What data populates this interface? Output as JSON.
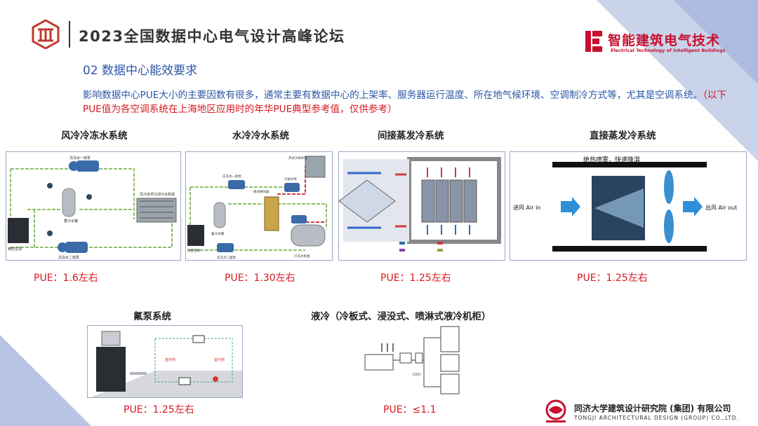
{
  "header": {
    "title": "2023全国数据中心电气设计高峰论坛",
    "brand_cn": "智能建筑电气技术",
    "brand_en": "Electrical Technology of Intelligent Buildings"
  },
  "section_title": "02  数据中心能效要求",
  "intro": {
    "text": "影响数据中心PUE大小的主要因数有很多，通常主要有数据中心的上架率、服务器运行温度、所在地气候环境、空调制冷方式等，尤其是空调系统。",
    "note": "（以下PUE值为各空调系统在上海地区应用时的年华PUE典型参考值，仅供参考）"
  },
  "systems": [
    {
      "title": "风冷冷冻水系统",
      "pue": "PUE：1.6左右",
      "labels": {
        "pump1": "冻冻水一级泵",
        "tank": "蓄冷水罐",
        "chiller": "风冷自然冷却冷水机组",
        "room": "精密空调",
        "pump2": "冻冻水二级泵"
      }
    },
    {
      "title": "水冷冷水系统",
      "pue": "PUE：1.30左右",
      "labels": {
        "tower": "开式冷却水塔",
        "pump1": "冻冻水一级泵",
        "hx": "板式换热器",
        "coolpump": "冷却水泵",
        "tank": "蓄冷水罐",
        "room": "精密空调",
        "pump2": "冻冻水二级泵",
        "chiller": "冷冻水机组"
      }
    },
    {
      "title": "间接蒸发冷系统",
      "pue": "PUE：1.25左右"
    },
    {
      "title": "直接蒸发冷系统",
      "pue": "PUE：1.25左右",
      "labels": {
        "top": "绝热喷雾，快速降温",
        "in": "进风 Air in",
        "out": "出风 Air out"
      }
    },
    {
      "title": "氟泵系统",
      "pue": "PUE：1.25左右",
      "labels": {
        "outdoor": "室外侧",
        "indoor": "室内侧"
      }
    },
    {
      "title": "液冷（冷板式、浸没式、喷淋式液冷机柜）",
      "pue": "PUE：≤1.1",
      "labels": {
        "cdu": "CDU"
      }
    }
  ],
  "footer": {
    "org_cn": "同济大学建筑设计研究院 (集团) 有限公司",
    "org_en": "TONGJI ARCHITECTURAL DESIGN (GROUP) CO.,LTD."
  },
  "colors": {
    "accent_blue": "#2b57a6",
    "accent_red": "#d71920",
    "brand_red": "#c8102e"
  }
}
